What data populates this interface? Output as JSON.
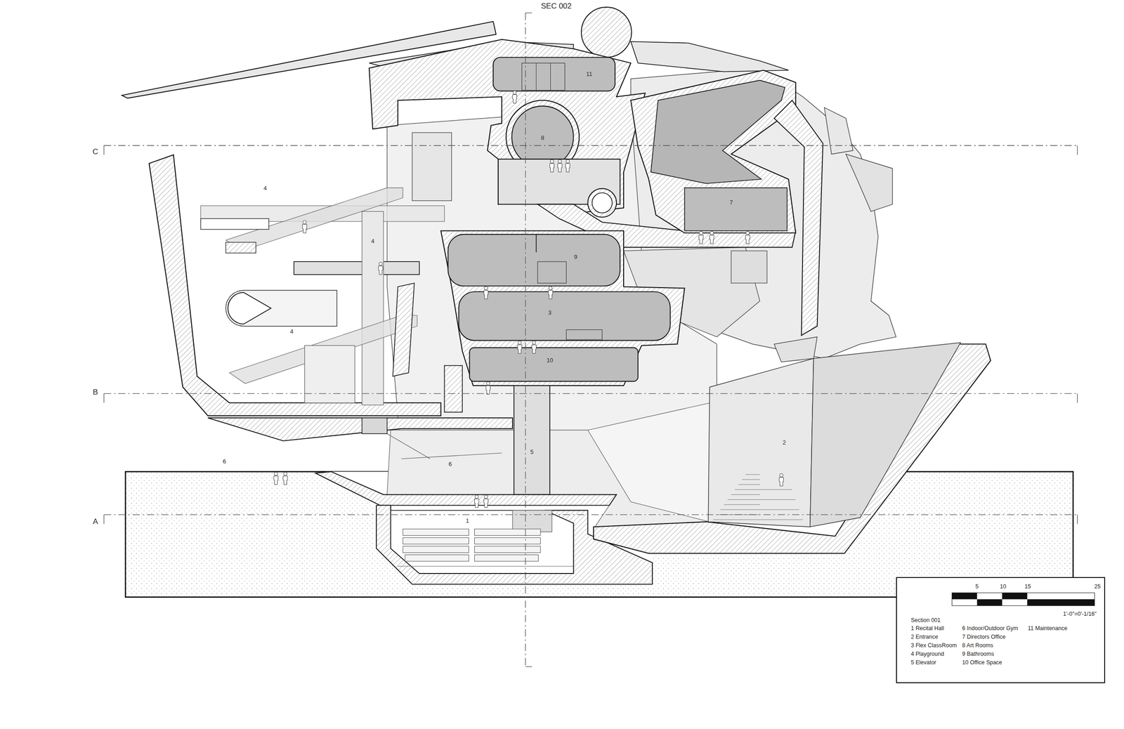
{
  "diagram": {
    "nodes": [
      {
        "text": [
          "5",
          "10",
          "15",
          "25",
          "1'-0\"=0'-1/16\"",
          "Section 001",
          "1 Recital Hall",
          "2 Entrance",
          "3 Flex ClassRoom",
          "4 Playground",
          "5 Elevator",
          "6 Indoor/Outdoor Gym",
          "7 Directors Office",
          "8 Art Rooms",
          "9 Bathrooms",
          "10 Office Space",
          "11 Maintenance"
        ]
      }
    ],
    "labels": [
      "SEC 002",
      "C",
      "B",
      "A",
      "11",
      "8",
      "7",
      "4",
      "4",
      "9",
      "4",
      "3",
      "10",
      "5",
      "6",
      "6",
      "2",
      "1"
    ]
  }
}
